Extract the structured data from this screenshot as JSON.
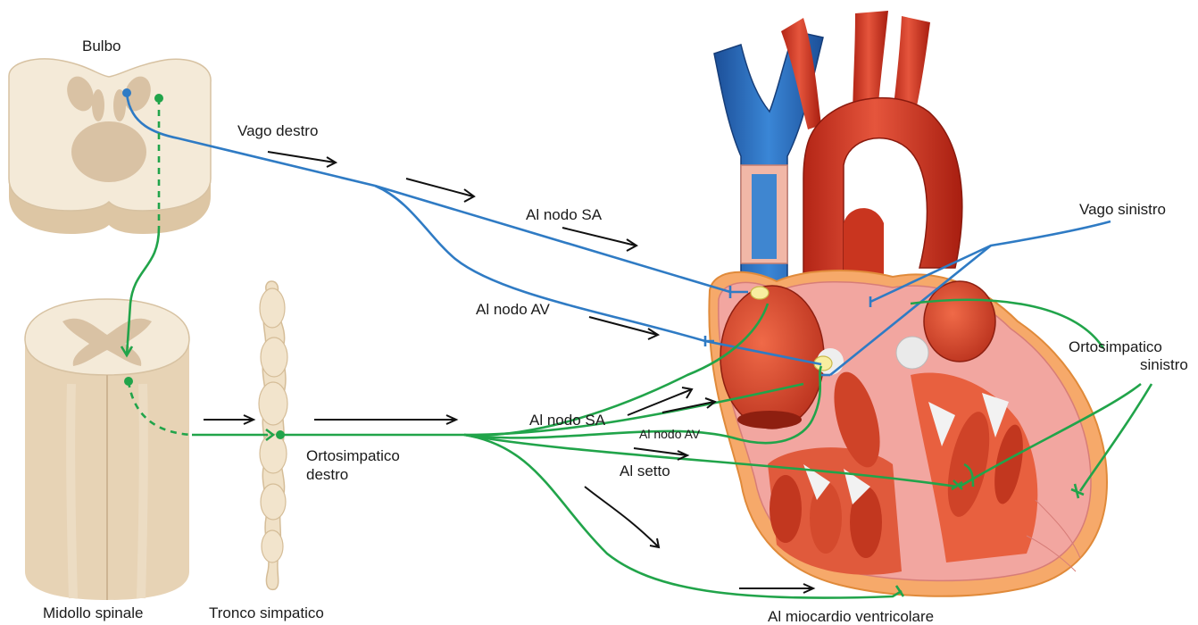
{
  "labels": {
    "bulbo": "Bulbo",
    "vago_destro": "Vago destro",
    "al_nodo_sa_blue": "Al nodo SA",
    "al_nodo_av_blue": "Al nodo AV",
    "vago_sinistro": "Vago sinistro",
    "ortosimpatico_sinistro_1": "Ortosimpatico",
    "ortosimpatico_sinistro_2": "sinistro",
    "al_nodo_sa_green": "Al nodo SA",
    "al_nodo_av_green": "Al nodo AV",
    "al_setto": "Al setto",
    "ortosimpatico_destro_1": "Ortosimpatico",
    "ortosimpatico_destro_2": "destro",
    "midollo_spinale": "Midollo spinale",
    "tronco_simpatico": "Tronco simpatico",
    "al_miocardio_ventricolare": "Al miocardio ventricolare"
  },
  "colors": {
    "parasympathetic": "#2f7bc4",
    "sympathetic": "#21a44a",
    "nerve_tissue": "#f3e6d3",
    "heart_red": "#d8402a",
    "vein_blue": "#2d6fc0"
  }
}
